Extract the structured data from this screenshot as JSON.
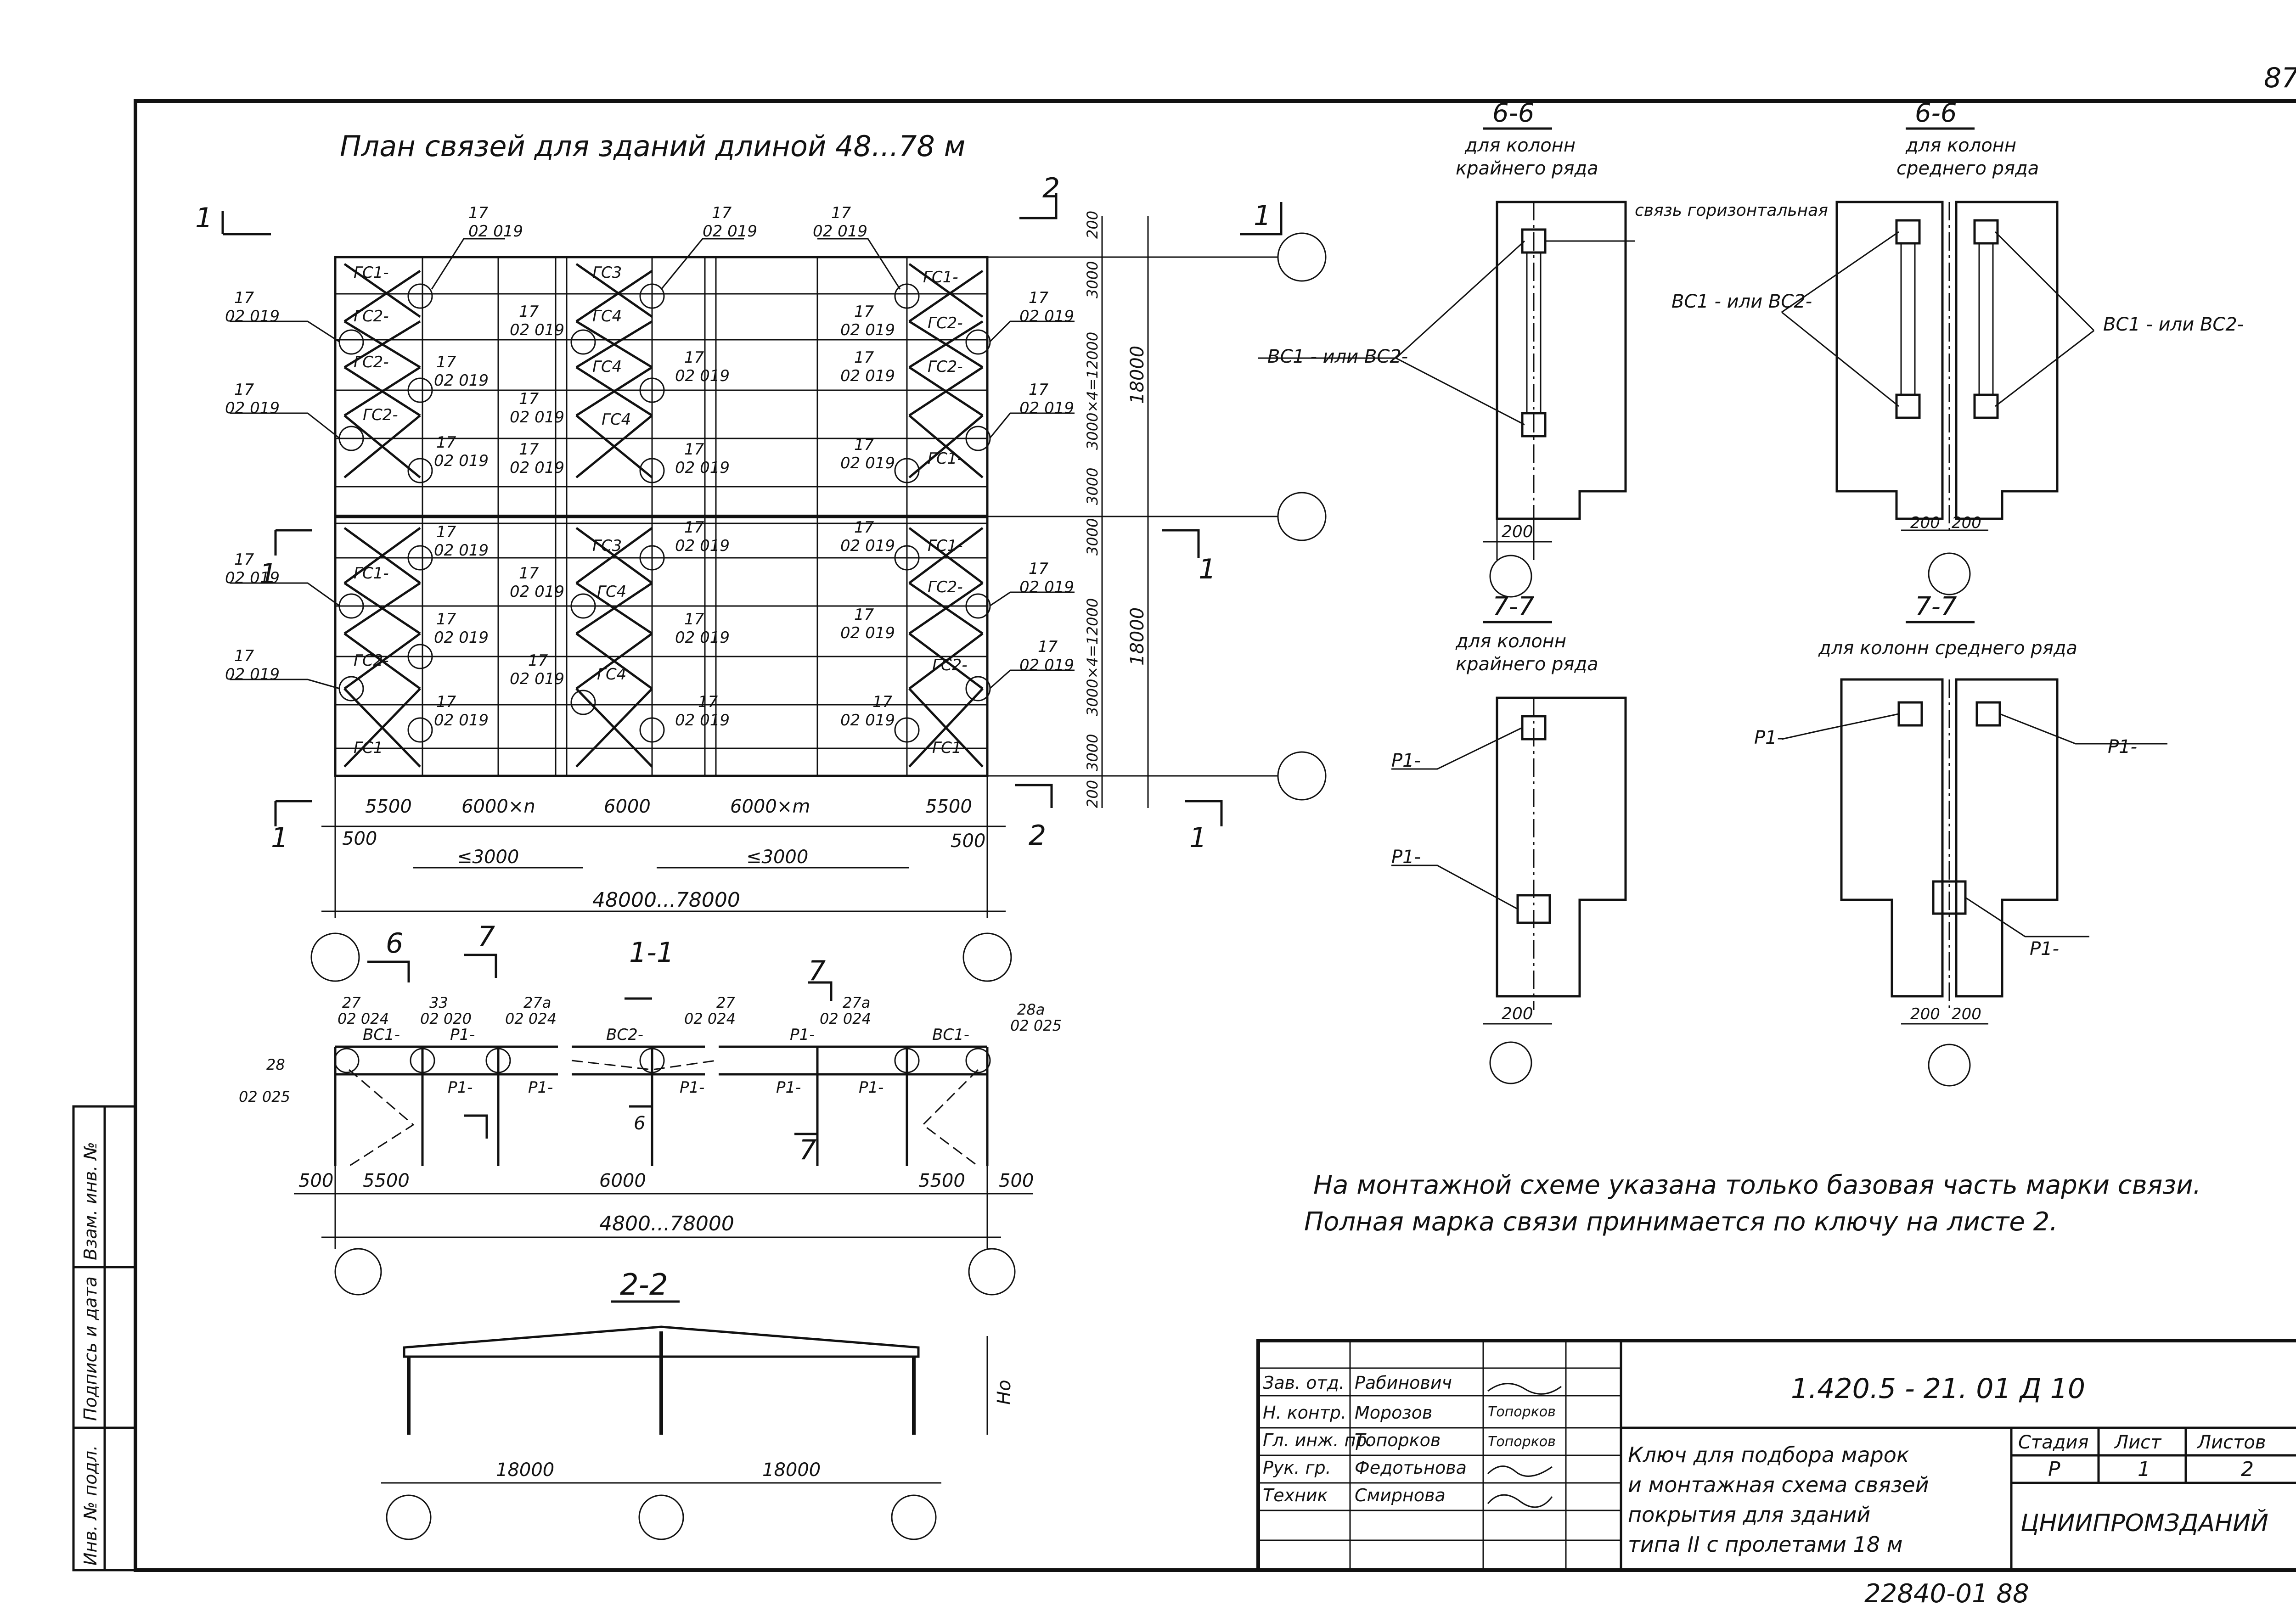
{
  "page_number": "87",
  "plan": {
    "title": "План связей для зданий длиной 48...78 м",
    "mark_top": "17",
    "mark_bottom": "02 019",
    "brace_labels": [
      "ГС1-",
      "ГС2-",
      "ГС3",
      "ГС4"
    ],
    "section_marks": [
      "1",
      "1",
      "2",
      "2",
      "1",
      "1",
      "1",
      "1"
    ],
    "dims_bottom": [
      "5500",
      "6000×n",
      "6000",
      "6000×m",
      "5500"
    ],
    "dims_edge": [
      "500",
      "500"
    ],
    "dims_le": [
      "≤3000",
      "≤3000"
    ],
    "overall": "48000...78000",
    "dims_right_block": [
      "200",
      "3000",
      "3000×4=12000",
      "3000",
      "200"
    ],
    "dims_right_total": [
      "18000",
      "18000"
    ]
  },
  "elevation": {
    "callouts": [
      {
        "top": "27",
        "bottom": "02 024"
      },
      {
        "top": "33",
        "bottom": "02 020"
      },
      {
        "top": "27а",
        "bottom": "02 024"
      },
      {
        "top": "27",
        "bottom": "02 024"
      },
      {
        "top": "27а",
        "bottom": "02 024"
      },
      {
        "top": "28а",
        "bottom": "02 025"
      },
      {
        "top": "28",
        "bottom": "02 025"
      }
    ],
    "section_ids": [
      "6",
      "7",
      "1-1",
      "6",
      "7",
      "7"
    ],
    "labels": [
      "ВС1-",
      "Р1-",
      "ВС2-",
      "Р1-",
      "ВС1-"
    ],
    "dims": [
      "500",
      "5500",
      "6000",
      "5500",
      "500"
    ],
    "overall": "4800...78000"
  },
  "section22": {
    "title": "2-2",
    "height_label": "Hо",
    "spans": [
      "18000",
      "18000"
    ]
  },
  "detail66_edge": {
    "title": "6-6",
    "sub1": "для колонн",
    "sub2": "крайнего ряда",
    "label_tie": "связь горизонтальная",
    "label_brace": "ВС1 - или ВС2-",
    "dim": "200"
  },
  "detail66_mid": {
    "title": "6-6",
    "sub1": "для колонн",
    "sub2": "среднего ряда",
    "label_left": "ВС1 - или ВС2-",
    "label_right": "ВС1 - или ВС2-",
    "dims": [
      "200",
      "200"
    ]
  },
  "detail77_edge": {
    "title": "7-7",
    "sub1": "для колонн",
    "sub2": "крайнего ряда",
    "labels": [
      "Р1-",
      "Р1-"
    ],
    "dim": "200"
  },
  "detail77_mid": {
    "title": "7-7",
    "sub1": "для колонн среднего ряда",
    "labels": [
      "Р1-",
      "Р1-",
      "Р1-"
    ],
    "dims": [
      "200",
      "200"
    ]
  },
  "note": {
    "line1": "На монтажной схеме указана только базовая часть марки связи.",
    "line2": "Полная марка связи принимается по ключу на листе 2."
  },
  "side_stamp": [
    "Инв. № подл.",
    "Подпись и дата",
    "Взам. инв. №"
  ],
  "title_block": {
    "code": "1.420.5 - 21. 01 Д 10",
    "title_lines": [
      "Ключ для подбора марок",
      "и монтажная схема связей",
      "покрытия для зданий",
      "типа II с пролетами 18 м"
    ],
    "org": "ЦНИИПРОМЗДАНИЙ",
    "stage_h": "Стадия",
    "sheet_h": "Лист",
    "sheets_h": "Листов",
    "stage": "Р",
    "sheet": "1",
    "sheets": "2",
    "roles": [
      {
        "role": "Зав. отд.",
        "name": "Рабинович"
      },
      {
        "role": "Н. контр.",
        "name": "Морозов",
        "sign": "Топорков"
      },
      {
        "role": "Гл. инж. пр.",
        "name": "Топорков",
        "sign": "Топорков"
      },
      {
        "role": "Рук. гр.",
        "name": "Федотьнова"
      },
      {
        "role": "Техник",
        "name": "Смирнова"
      }
    ]
  },
  "bottom_code": "22840-01 88"
}
